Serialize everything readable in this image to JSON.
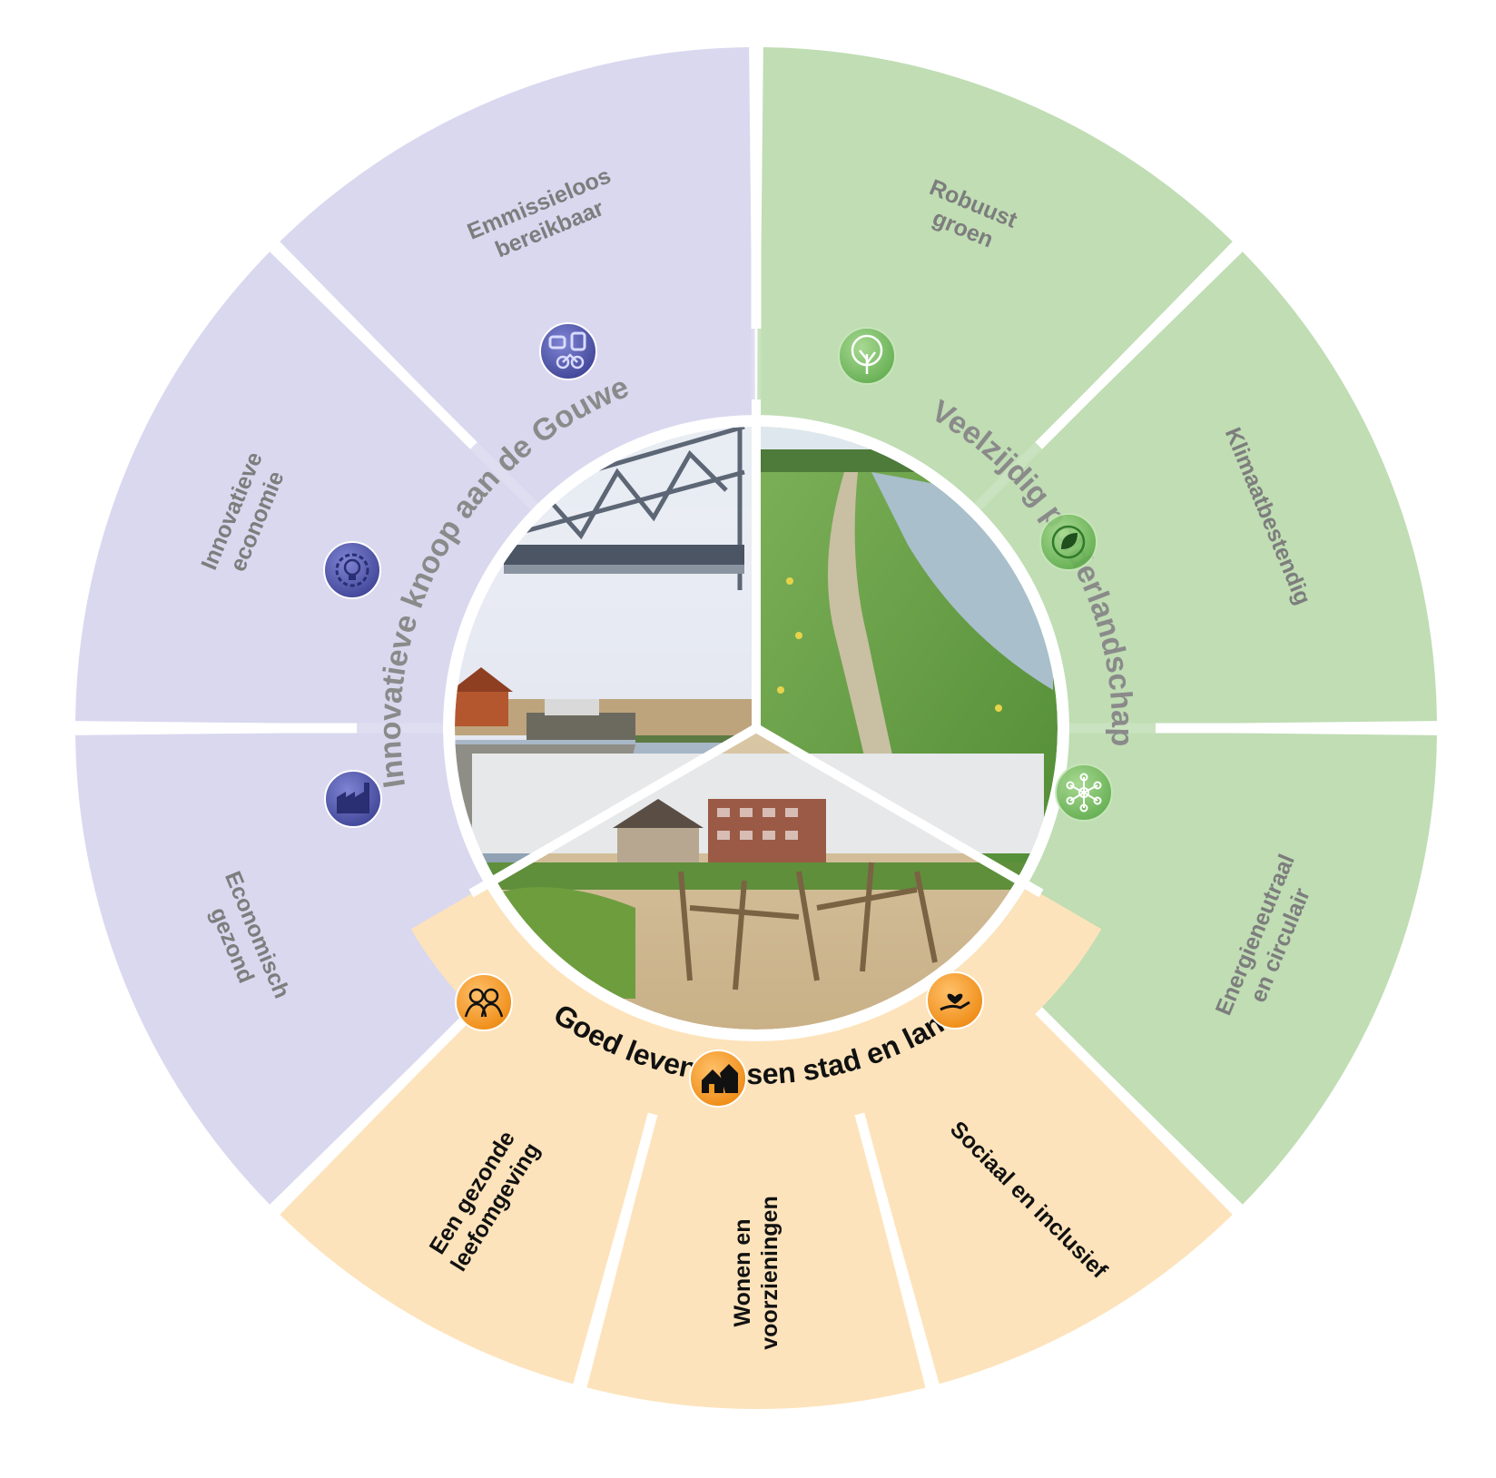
{
  "diagram": {
    "themes": [
      {
        "id": "blue",
        "label": "Innovatieve knoop aan de Gouwe",
        "color": "#d9d8ef",
        "icon_color": "#5a5fb3",
        "text_color": "#8a8a8a"
      },
      {
        "id": "green",
        "label": "Veelzijdig polderlandschap",
        "color": "#c0ddb4",
        "icon_color": "#6db85e",
        "text_color": "#8a8a8a"
      },
      {
        "id": "orange",
        "label": "Goed leven tussen stad en land",
        "color": "#fde3bb",
        "icon_color": "#f39a21",
        "text_color": "#111111"
      }
    ],
    "segments": [
      {
        "label": "Emmissieloos bereikbaar",
        "lines": [
          "Emmissieloos",
          "bereikbaar"
        ],
        "theme": "blue",
        "icon": "car-bus-bike-icon"
      },
      {
        "label": "Robuust groen",
        "lines": [
          "Robuust",
          "groen"
        ],
        "theme": "green",
        "icon": "tree-icon"
      },
      {
        "label": "Klimaatbestendig",
        "lines": [
          "Klimaatbestendig"
        ],
        "theme": "green",
        "icon": "leaf-cycle-icon"
      },
      {
        "label": "Energieneutraal en circulair",
        "lines": [
          "Energieneutraal",
          "en circulair"
        ],
        "theme": "green",
        "icon": "network-icon"
      },
      {
        "label": "Sociaal en inclusief",
        "lines": [
          "Sociaal en inclusief"
        ],
        "theme": "orange",
        "icon": "hand-heart-icon"
      },
      {
        "label": "Wonen en voorzieningen",
        "lines": [
          "Wonen en",
          "voorzieningen"
        ],
        "theme": "orange",
        "icon": "houses-icon"
      },
      {
        "label": "Een gezonde leefomgeving",
        "lines": [
          "Een gezonde",
          "leefomgeving"
        ],
        "theme": "orange",
        "icon": "people-icon"
      },
      {
        "label": "Economisch gezond",
        "lines": [
          "Economisch",
          "gezond"
        ],
        "theme": "blue",
        "icon": "factory-icon"
      },
      {
        "label": "Innovatieve economie",
        "lines": [
          "Innovatieve",
          "economie"
        ],
        "theme": "blue",
        "icon": "lightbulb-gear-icon"
      }
    ],
    "photos": [
      {
        "id": "photo-bridge-river",
        "theme": "blue",
        "description_icon": "bridge-photo"
      },
      {
        "id": "photo-polder-path",
        "theme": "green",
        "description_icon": "path-photo"
      },
      {
        "id": "photo-playground",
        "theme": "orange",
        "description_icon": "playground-photo"
      }
    ]
  }
}
